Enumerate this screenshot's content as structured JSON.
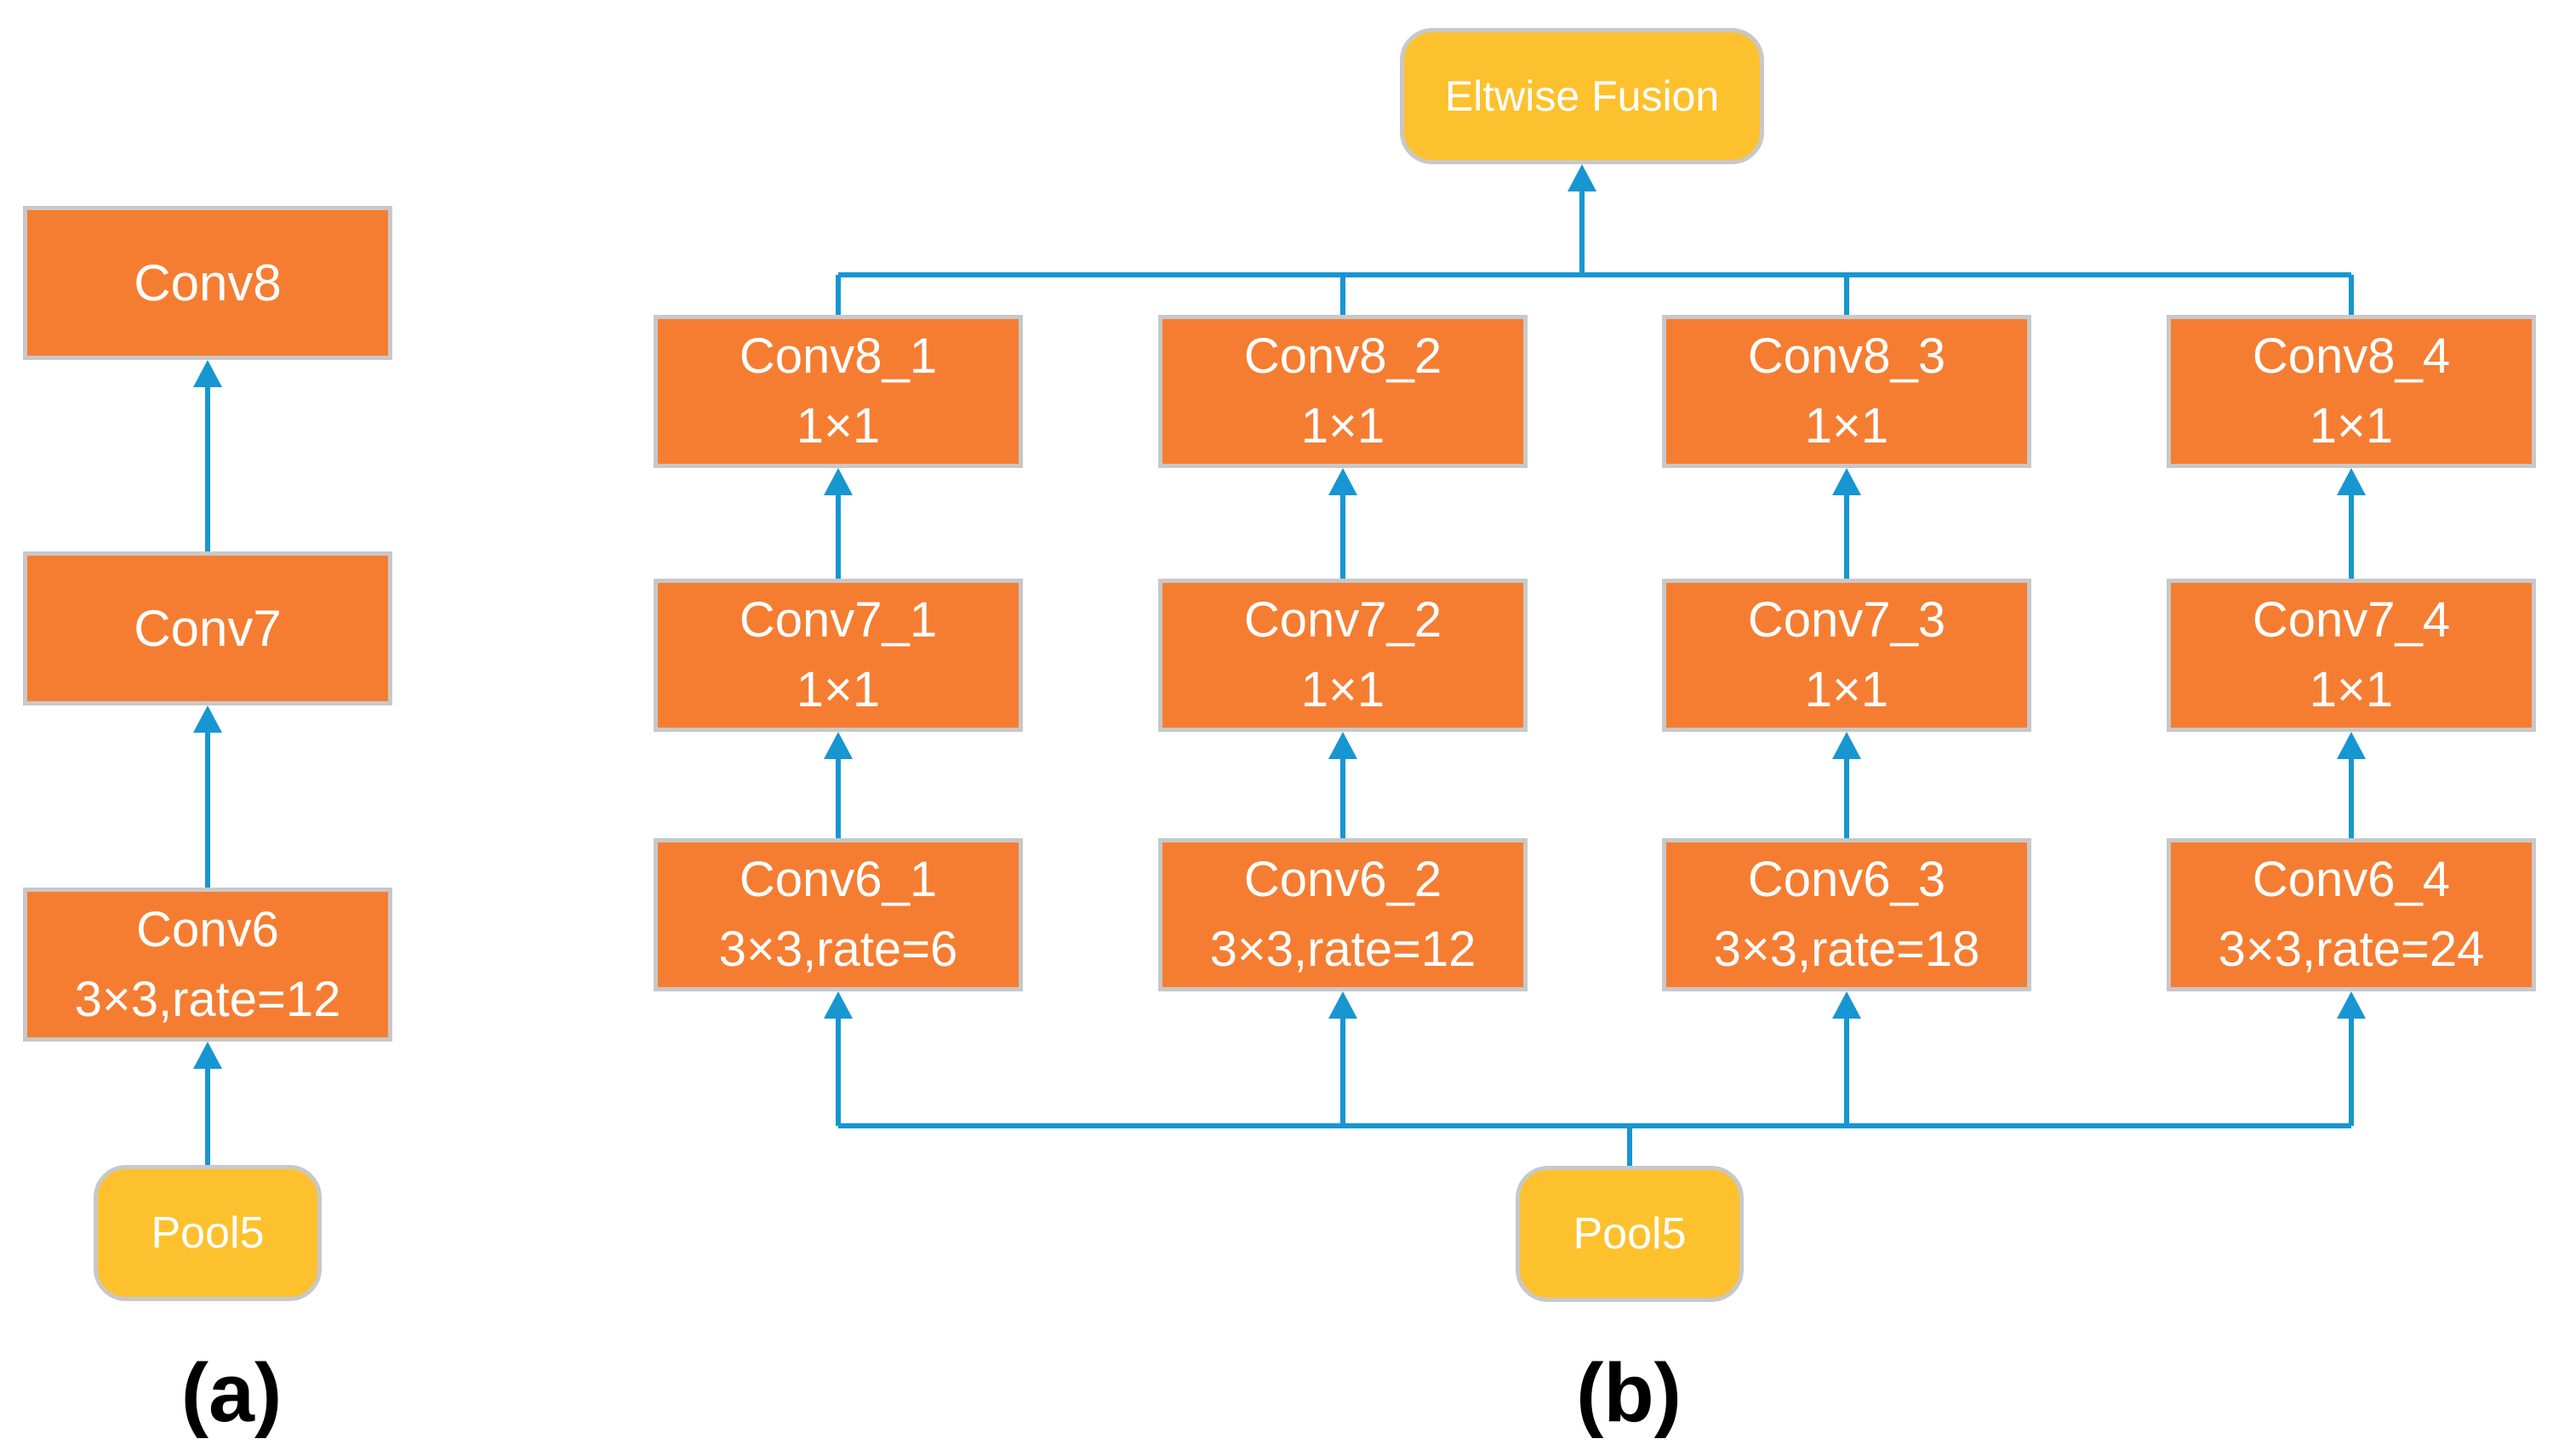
{
  "colors": {
    "orange": "#F57D32",
    "yellow": "#FDC12D",
    "blue": "#1796D2",
    "border": "#C8C8C8",
    "text": "#FFFFFF",
    "label": "#000000"
  },
  "panel_a": {
    "label": "(a)",
    "conv8": {
      "title": "Conv8"
    },
    "conv7": {
      "title": "Conv7"
    },
    "conv6": {
      "title": "Conv6",
      "spec": "3×3,rate=12"
    },
    "pool": {
      "title": "Pool5"
    }
  },
  "panel_b": {
    "label": "(b)",
    "fusion": {
      "title": "Eltwise Fusion"
    },
    "pool": {
      "title": "Pool5"
    },
    "columns": [
      {
        "conv8": {
          "title": "Conv8_1",
          "spec": "1×1"
        },
        "conv7": {
          "title": "Conv7_1",
          "spec": "1×1"
        },
        "conv6": {
          "title": "Conv6_1",
          "spec": "3×3,rate=6"
        }
      },
      {
        "conv8": {
          "title": "Conv8_2",
          "spec": "1×1"
        },
        "conv7": {
          "title": "Conv7_2",
          "spec": "1×1"
        },
        "conv6": {
          "title": "Conv6_2",
          "spec": "3×3,rate=12"
        }
      },
      {
        "conv8": {
          "title": "Conv8_3",
          "spec": "1×1"
        },
        "conv7": {
          "title": "Conv7_3",
          "spec": "1×1"
        },
        "conv6": {
          "title": "Conv6_3",
          "spec": "3×3,rate=18"
        }
      },
      {
        "conv8": {
          "title": "Conv8_4",
          "spec": "1×1"
        },
        "conv7": {
          "title": "Conv7_4",
          "spec": "1×1"
        },
        "conv6": {
          "title": "Conv6_4",
          "spec": "3×3,rate=24"
        }
      }
    ]
  }
}
